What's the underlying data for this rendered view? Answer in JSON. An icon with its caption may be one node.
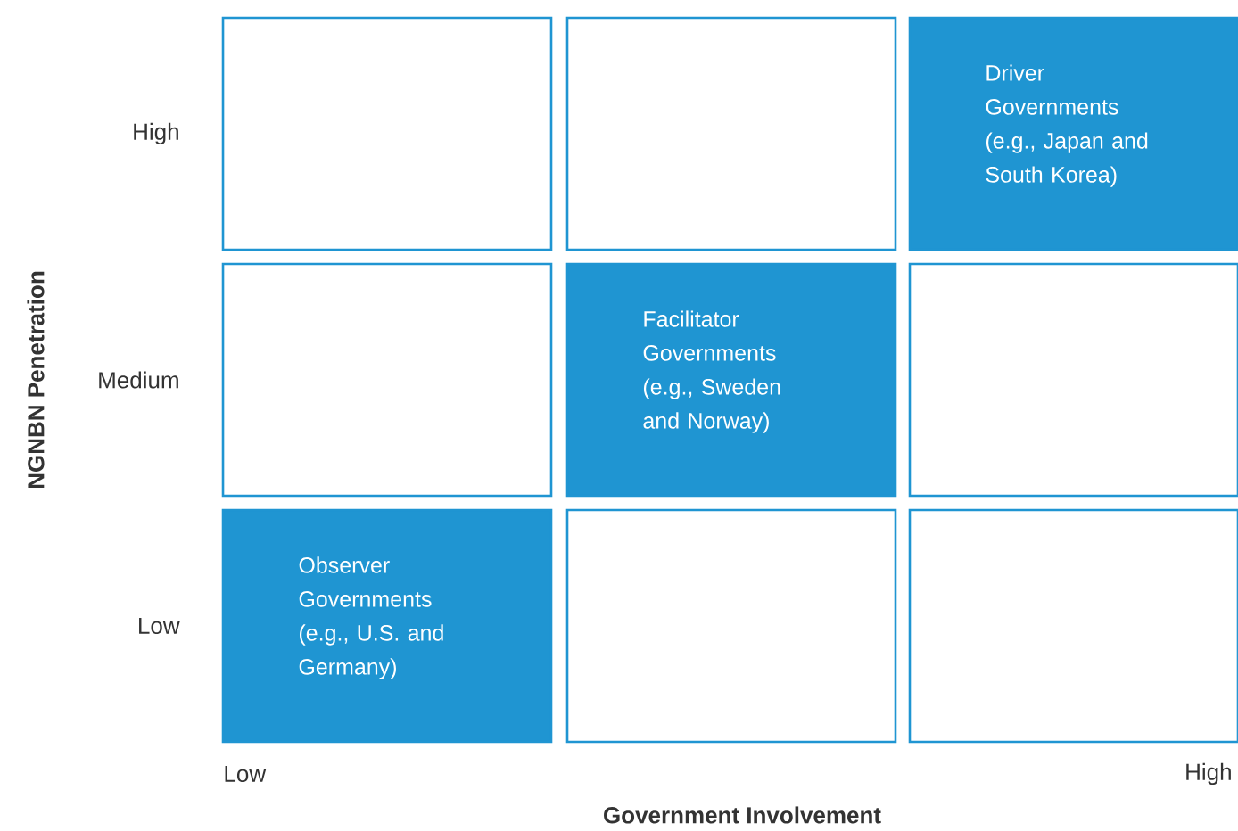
{
  "diagram": {
    "nodes": [
      {
        "text": [],
        "shape": "box"
      },
      {
        "text": [],
        "shape": "box"
      },
      {
        "text": [
          "Driver Governments (e.g., Japan and South Korea)"
        ]
      },
      {
        "text": [],
        "shape": "box"
      },
      {
        "text": [
          "Facilitator Governments (e.g., Sweden and Norway)"
        ]
      },
      {
        "text": [],
        "shape": "box"
      },
      {
        "text": [
          "Observer Governments (e.g., U.S. and Germany)"
        ]
      },
      {
        "text": [],
        "shape": "box"
      },
      {
        "text": [],
        "shape": "box"
      }
    ],
    "labels": [
      "High",
      "Medium",
      "Low",
      "NGNBN Penetration",
      "Low",
      "High",
      "Government Involvement"
    ]
  }
}
